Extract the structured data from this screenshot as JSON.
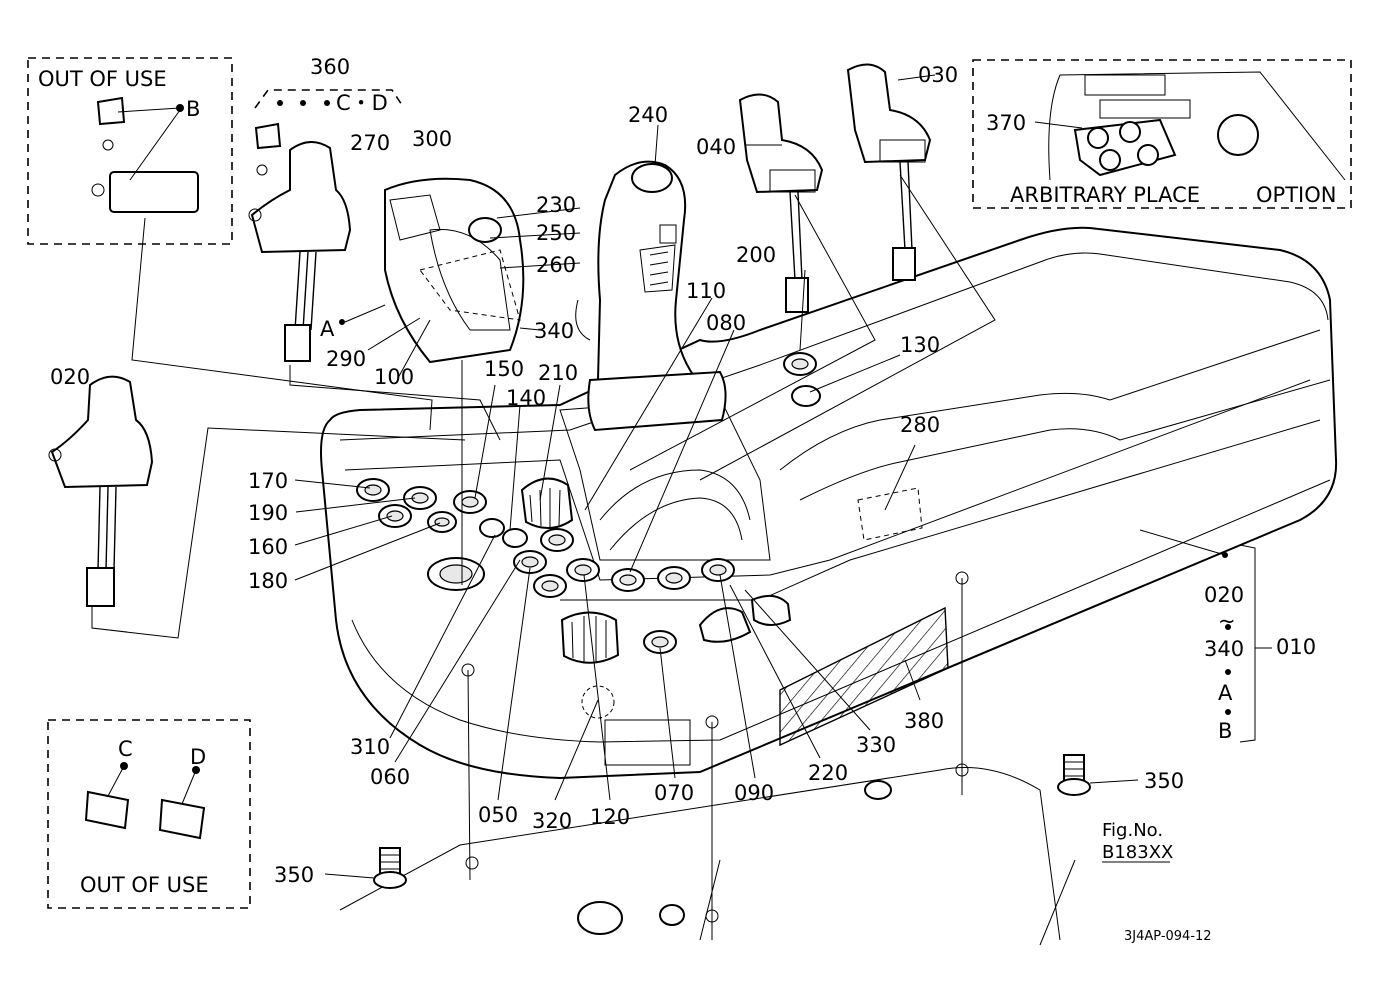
{
  "callouts": {
    "c360": "360",
    "cd_top": "C・D",
    "b_top": "B",
    "c270": "270",
    "c300": "300",
    "c240": "240",
    "c040": "040",
    "c030": "030",
    "c370": "370",
    "c230": "230",
    "c250": "250",
    "c260": "260",
    "c200": "200",
    "c110": "110",
    "c080": "080",
    "c130": "130",
    "cA": "A",
    "c340": "340",
    "c290": "290",
    "c100": "100",
    "c150": "150",
    "c210": "210",
    "c140": "140",
    "c020": "020",
    "c170": "170",
    "c190": "190",
    "c160": "160",
    "c180": "180",
    "c280": "280",
    "c310": "310",
    "c060": "060",
    "c050": "050",
    "c320": "320",
    "c120": "120",
    "c070": "070",
    "c090": "090",
    "c220": "220",
    "c330": "330",
    "c380": "380",
    "c350a": "350",
    "c350b": "350",
    "cC": "C",
    "cD": "D",
    "r020": "020",
    "rTilde": "~",
    "r340": "340",
    "rA": "A",
    "rB": "B",
    "r010": "010"
  },
  "boxes": {
    "out_of_use_top": "OUT OF USE",
    "out_of_use_bottom": "OUT OF USE",
    "arbitrary": "ARBITRARY PLACE",
    "option": "OPTION"
  },
  "figure": {
    "fig_label": "Fig.No.",
    "fig_no": "B183XX",
    "drawing_code": "3J4AP-094-12"
  }
}
